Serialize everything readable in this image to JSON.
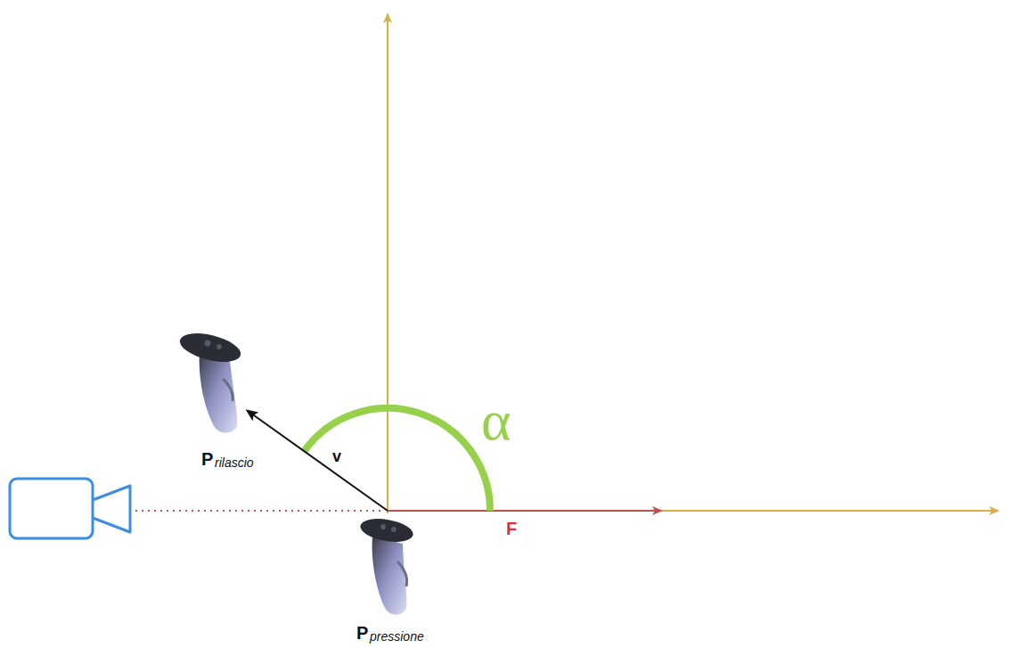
{
  "diagram": {
    "labels": [
      "α",
      "v",
      "F",
      "P",
      "rilascio",
      "P",
      "pressione"
    ]
  }
}
